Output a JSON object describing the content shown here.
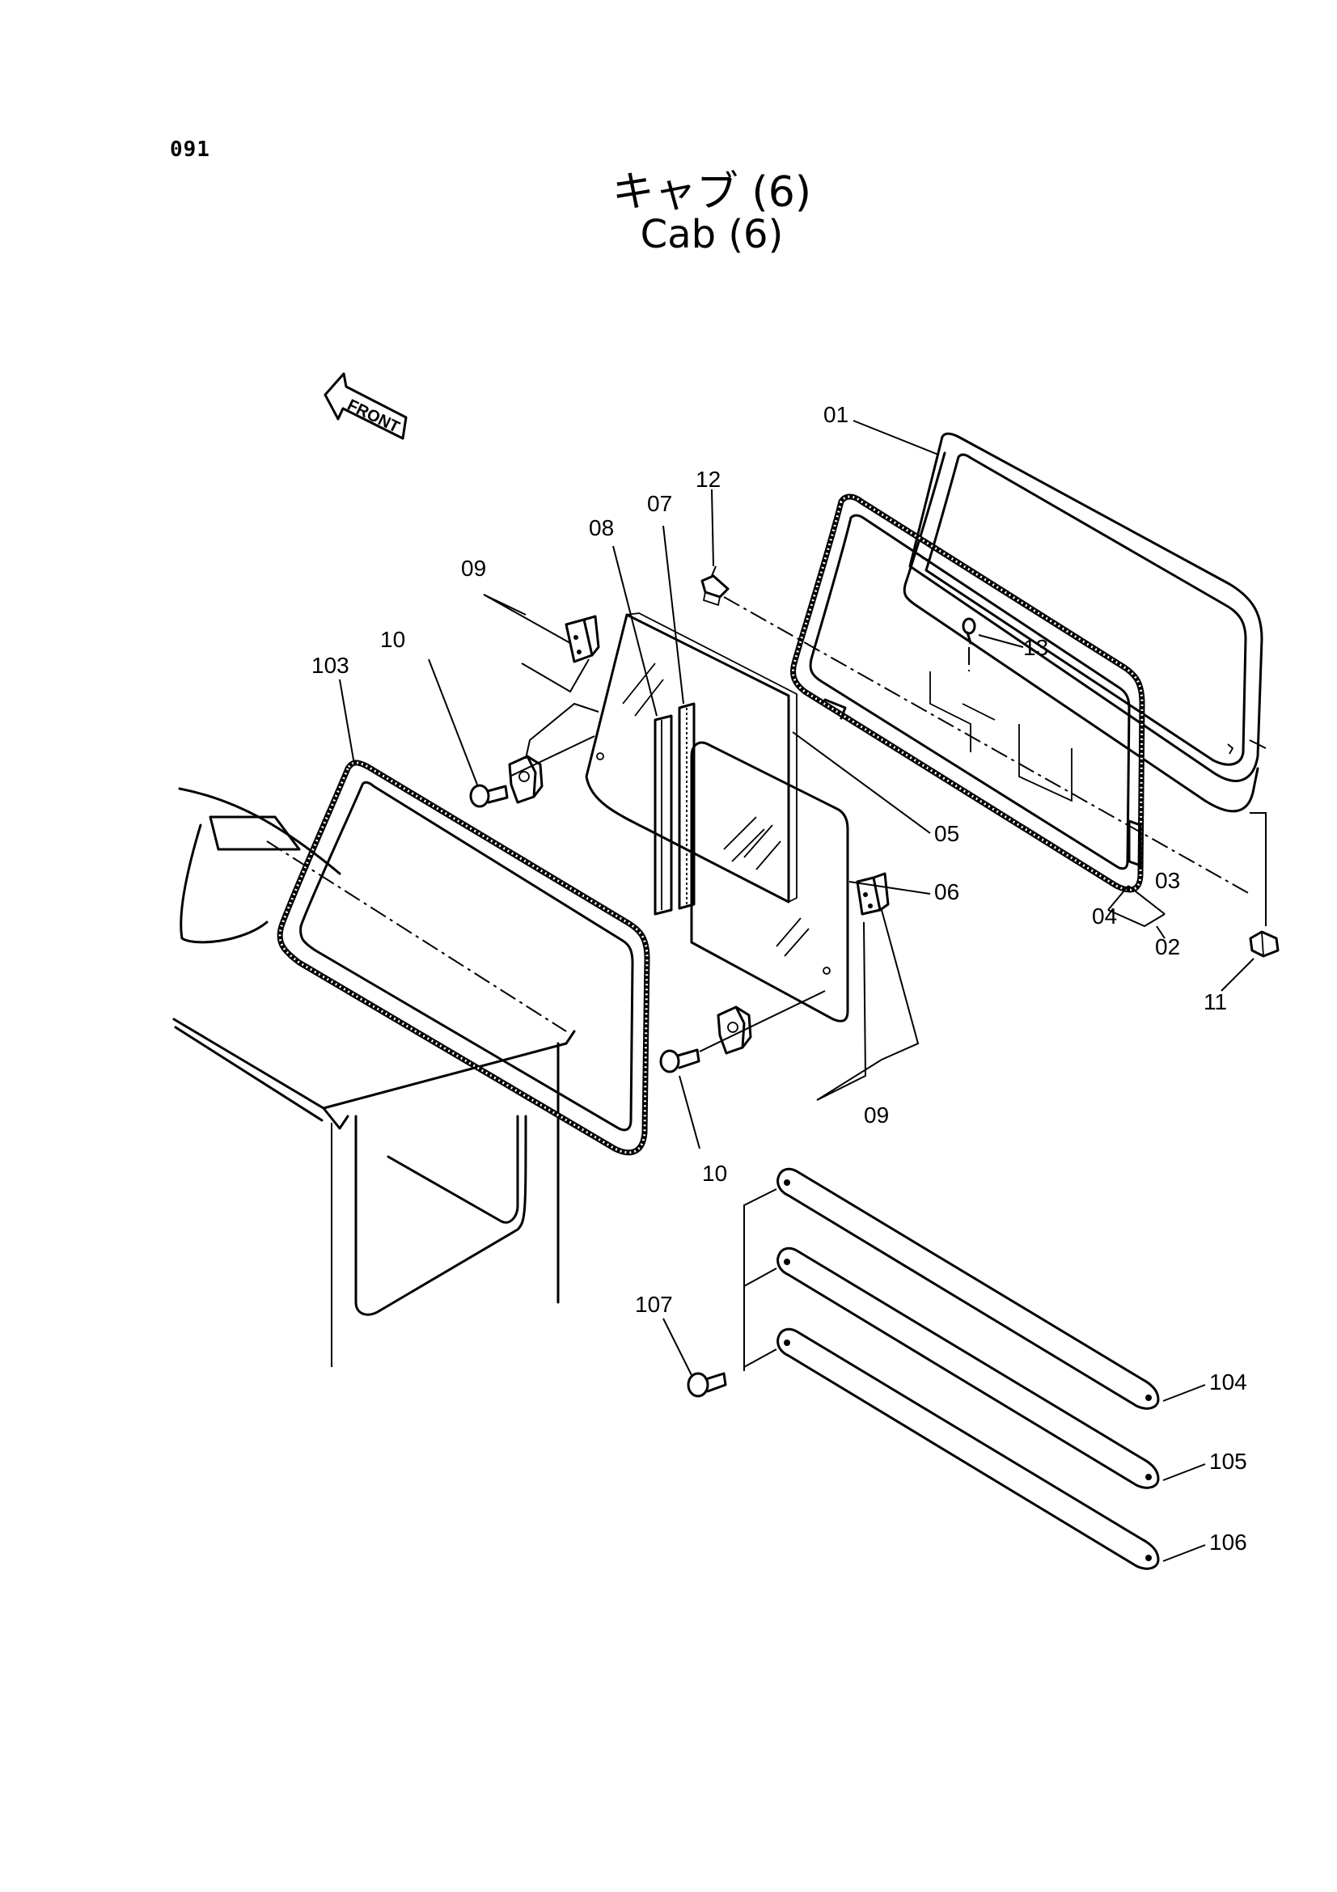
{
  "page_number": "091",
  "title_jp": "キャブ (6)",
  "title_en": "Cab (6)",
  "front_label": "FRONT",
  "part_labels": {
    "p01": "01",
    "p02": "02",
    "p03": "03",
    "p04": "04",
    "p05": "05",
    "p06": "06",
    "p07": "07",
    "p08": "08",
    "p09a": "09",
    "p09b": "09",
    "p10a": "10",
    "p10b": "10",
    "p11": "11",
    "p12": "12",
    "p13": "13",
    "p103": "103",
    "p104": "104",
    "p105": "105",
    "p106": "106",
    "p107": "107"
  }
}
